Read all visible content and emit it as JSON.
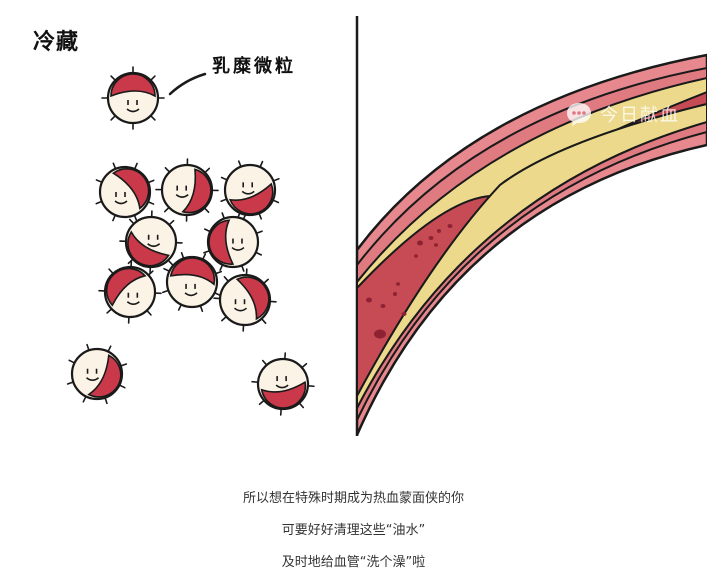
{
  "left_panel": {
    "title": "冷藏",
    "particle_label": "乳糜微粒"
  },
  "right_panel": {
    "watermark": "今日献血",
    "watermark_icon": "chat-bubble-icon"
  },
  "caption": {
    "line1": "所以想在特殊时期成为热血蒙面侠的你",
    "line2": "可要好好清理这些“油水”",
    "line3": "及时地给血管“洗个澡”啦"
  },
  "colors": {
    "outer_wall": "#e6888d",
    "wall_inner": "#de7a80",
    "fat_layer": "#ecd98c",
    "lumen": "#c64b55",
    "particle_cap": "#c9394a",
    "particle_body": "#fbf3e6",
    "ink": "#1a1a1a"
  }
}
